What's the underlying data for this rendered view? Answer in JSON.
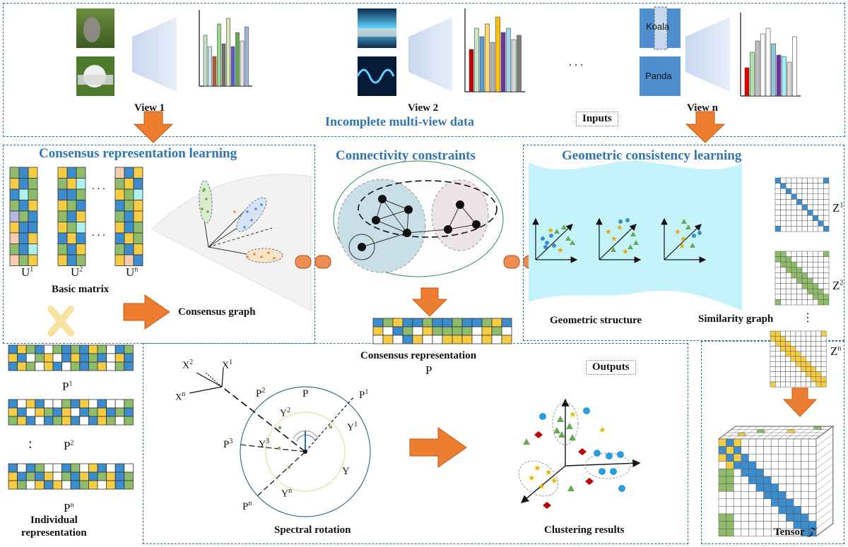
{
  "top": {
    "view1": "View 1",
    "view2": "View 2",
    "viewn": "View n",
    "title": "Incomplete multi-view data",
    "inputs": "Inputs",
    "ellipsis": ". . .",
    "koala": "Koala",
    "panda": "Panda"
  },
  "consensus_repr_learning": {
    "title": "Consensus representation learning",
    "u1": "U",
    "u1_sup": "1",
    "u2": "U",
    "u2_sup": "2",
    "un": "U",
    "un_sup": "n",
    "basic_matrix": "Basic matrix",
    "consensus_graph": "Consensus graph",
    "dots": ". . .",
    "dots2": ". . ."
  },
  "connectivity": {
    "title": "Connectivity constraints",
    "consensus_representation": "Consensus representation",
    "p": "P"
  },
  "geometric": {
    "title": "Geometric consistency learning",
    "geometric_structure": "Geometric structure",
    "similarity_graph": "Similarity graph",
    "z1": "Z",
    "z1_sup": "1",
    "z2": "Z",
    "z2_sup": "2",
    "zn": "Z",
    "zn_sup": "n",
    "tensor": "Tensor",
    "tensor_sym": "𝒵"
  },
  "individual": {
    "p1": "P",
    "p1_sup": "1",
    "p2": "P",
    "p2_sup": "2",
    "pn": "P",
    "pn_sup": "n",
    "dots": ":",
    "label_line1": "Individual",
    "label_line2": "representation"
  },
  "spectral": {
    "title": "Spectral rotation",
    "x2": "X",
    "x2_sup": "2",
    "x1": "X",
    "x1_sup": "1",
    "xn": "X",
    "xn_sup": "n",
    "p2": "P",
    "p2_sup": "2",
    "p": "P",
    "p1": "P",
    "p1_sup": "1",
    "y2": "Y",
    "y2_sup": "2",
    "y1": "Y",
    "y1_sup": "1",
    "p3": "P",
    "p3_sup": "3",
    "y3": "Y",
    "y3_sup": "3",
    "y": "Y",
    "yn": "Y",
    "yn_sup": "n",
    "pn": "P",
    "pn_sup": "n"
  },
  "outputs": {
    "label": "Outputs",
    "clustering_results": "Clustering results"
  },
  "colors": {
    "accent_blue": "#2e75b6",
    "dashed_border": "#2e6f8e",
    "arrow_orange": "#ed7d31",
    "cell_blue": "#3c8dcd",
    "cell_green": "#8fbc6b",
    "cell_yellow": "#f5cc42",
    "cell_cyan": "#aef0f0",
    "cell_peach": "#f6cbb0",
    "cell_lavender": "#b6b6e4"
  }
}
